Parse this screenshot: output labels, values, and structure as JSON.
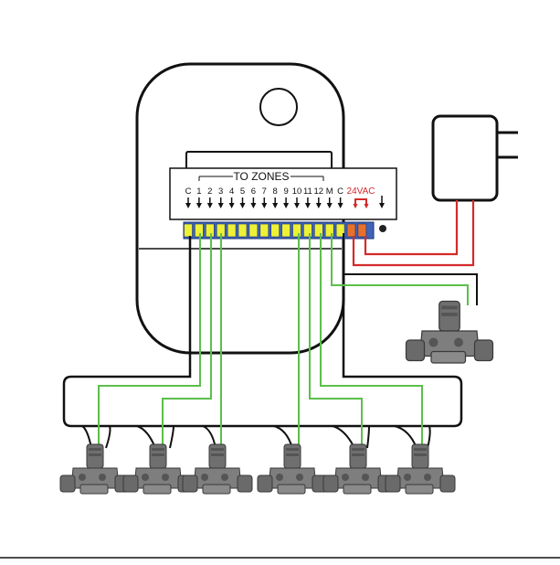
{
  "diagram": {
    "header_label": "TO ZONES",
    "terminal_labels": [
      "C",
      "1",
      "2",
      "3",
      "4",
      "5",
      "6",
      "7",
      "8",
      "9",
      "10",
      "11",
      "12",
      "M",
      "C"
    ],
    "power_label": "24VAC"
  },
  "colors": {
    "outline": "#111111",
    "arrow_black": "#111111",
    "power_red": "#d42a2a",
    "zone_green": "#5cbf4a",
    "terminal_blue": "#3f63b8",
    "terminal_yellow": "#eef036",
    "terminal_orange": "#e8702a",
    "valve_gray": "#7c7c7c",
    "valve_dark": "#4a4a4a"
  },
  "icons": [
    "controller-knob-icon",
    "power-adapter-icon",
    "master-valve-icon",
    "zone-valve-icon"
  ]
}
